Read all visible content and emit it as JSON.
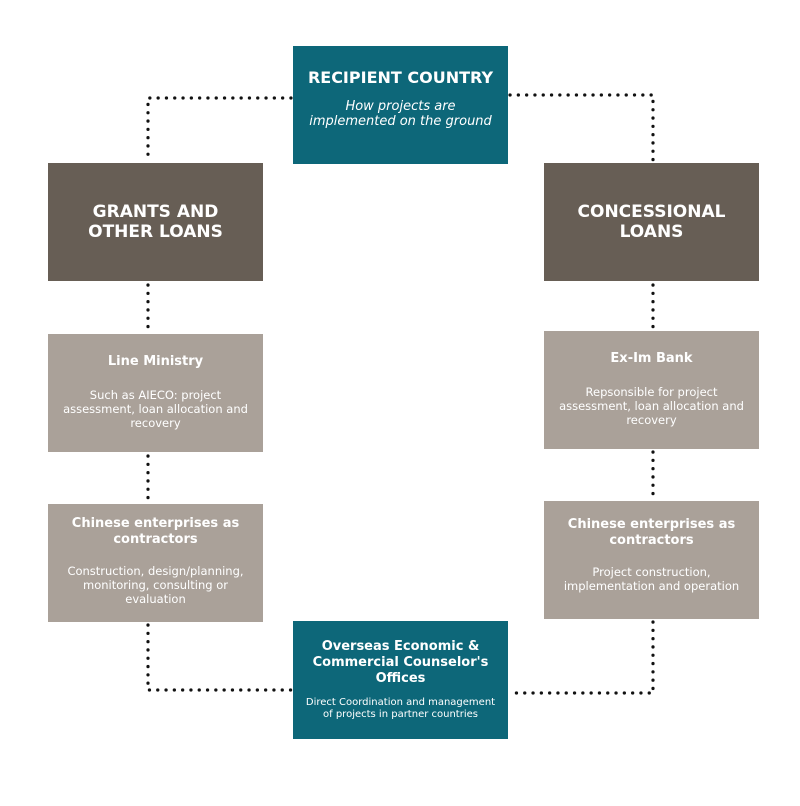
{
  "colors": {
    "teal": "#0d6779",
    "dark_taupe": "#675e55",
    "light_taupe": "#aaa199",
    "connector": "#111111"
  },
  "diagram": {
    "recipient": {
      "title": "RECIPIENT COUNTRY",
      "subtitle": "How projects are implemented on the ground"
    },
    "grants": {
      "title": "GRANTS AND OTHER LOANS"
    },
    "concessional": {
      "title": "CONCESSIONAL LOANS"
    },
    "line_ministry": {
      "title": "Line Ministry",
      "text": "Such as AIECO: project assessment, loan allocation and recovery"
    },
    "exim_bank": {
      "title": "Ex-Im Bank",
      "text": "Repsonsible for project assessment, loan allocation and recovery"
    },
    "chinese_enterprises_left": {
      "title": "Chinese enterprises as contractors",
      "text": "Construction, design/planning, monitoring, consulting or evaluation"
    },
    "chinese_enterprises_right": {
      "title": "Chinese enterprises as contractors",
      "text": "Project construction, implementation and operation"
    },
    "counselor": {
      "title": "Overseas Economic & Commercial Counselor's Offices",
      "text": "Direct Coordination and management of projects in partner countries"
    }
  }
}
